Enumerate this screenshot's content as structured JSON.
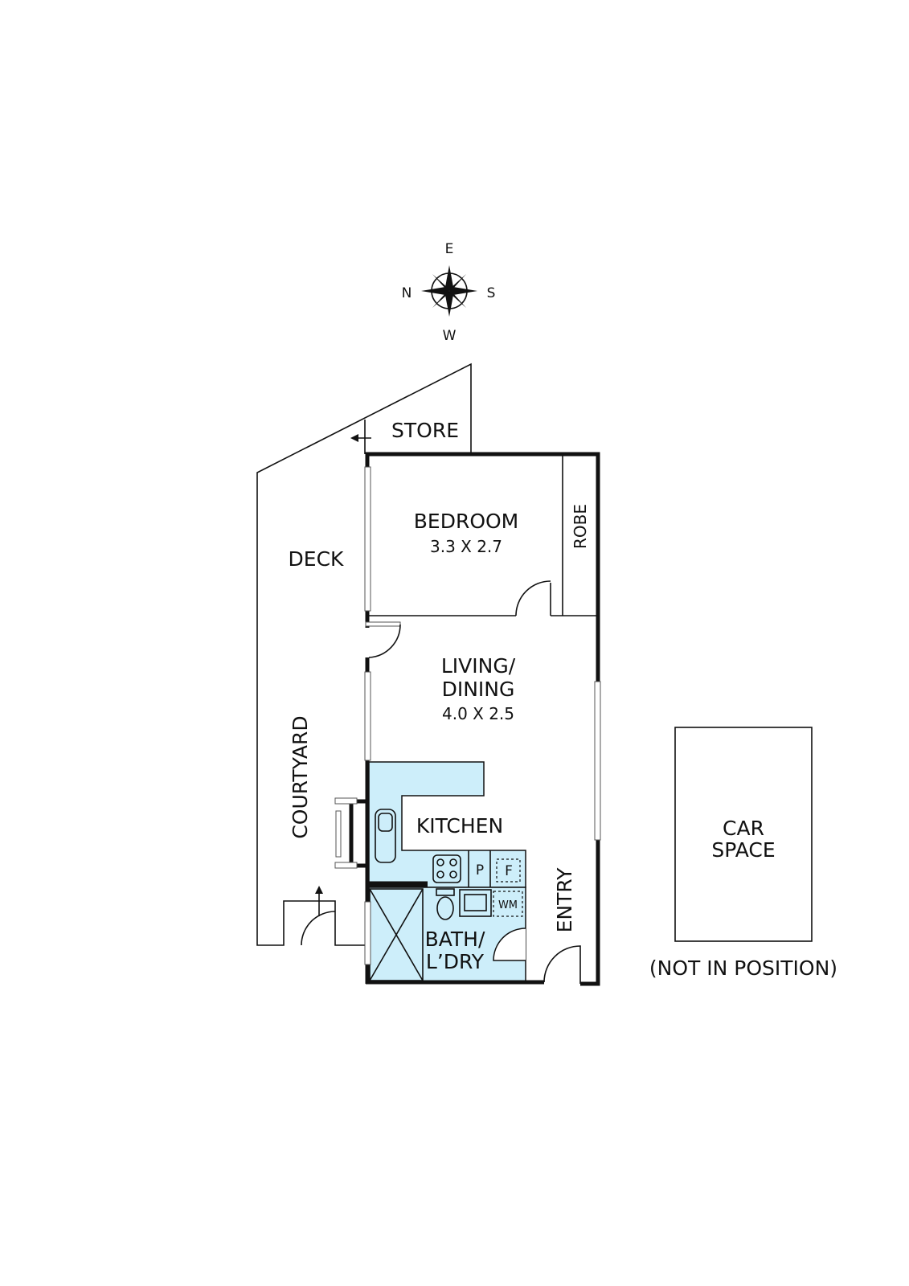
{
  "compass": {
    "north": "N",
    "east": "E",
    "south": "S",
    "west": "W"
  },
  "rooms": {
    "store": "STORE",
    "deck": "DECK",
    "bedroom": "BEDROOM",
    "bedroom_size": "3.3 X 2.7",
    "robe": "ROBE",
    "living_line1": "LIVING/",
    "living_line2": "DINING",
    "living_size": "4.0 X 2.5",
    "courtyard": "COURTYARD",
    "kitchen": "KITCHEN",
    "pantry": "P",
    "fridge": "F",
    "washing_machine": "WM",
    "bath_line1": "BATH/",
    "bath_line2": "L’DRY",
    "entry": "ENTRY",
    "car_line1": "CAR",
    "car_line2": "SPACE",
    "car_note": "(NOT IN POSITION)"
  },
  "colors": {
    "wet_area_fill": "#cdeefa",
    "wall": "#111111"
  }
}
